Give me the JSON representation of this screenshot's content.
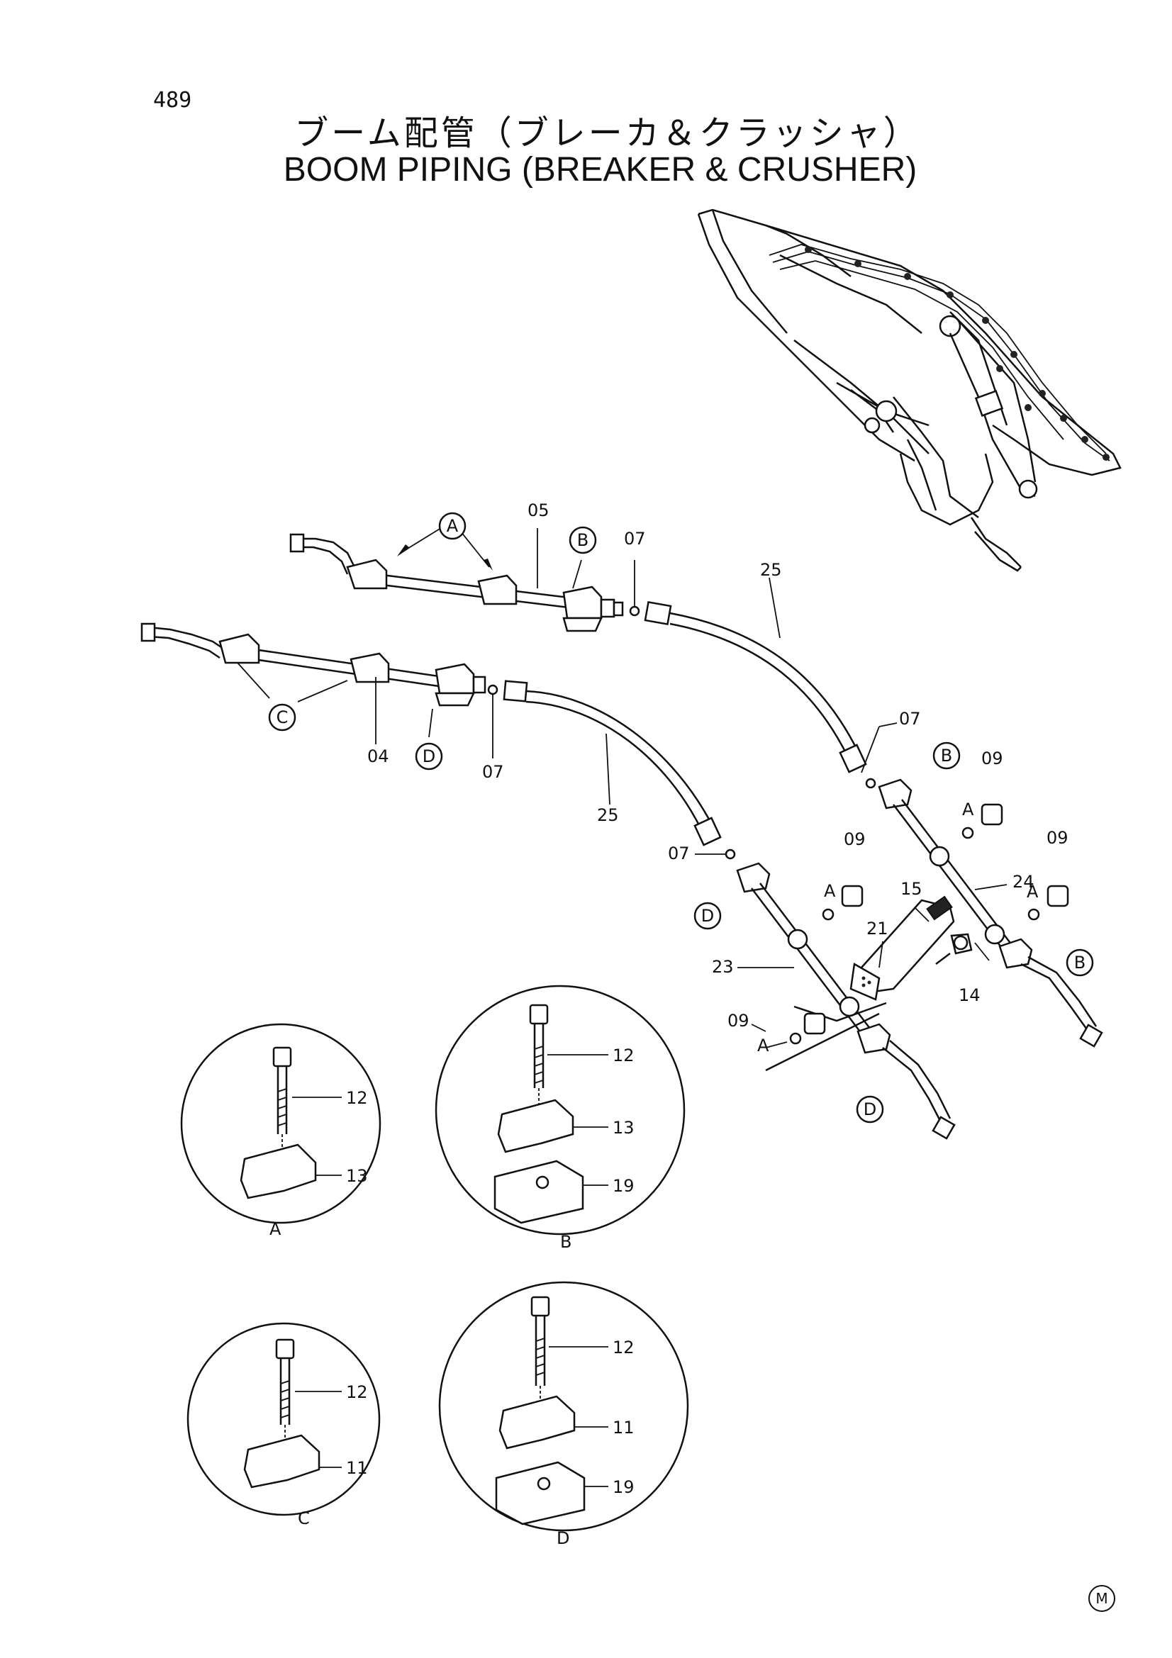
{
  "page_number": "489",
  "title_jp": "ブーム配管（ブレーカ＆クラッシャ）",
  "title_en": "BOOM PIPING (BREAKER & CRUSHER)",
  "mark": "M",
  "callouts": {
    "A": "A",
    "B": "B",
    "C": "C",
    "D": "D"
  },
  "parts": {
    "p04": "04",
    "p05": "05",
    "p07": "07",
    "p09": "09",
    "p11": "11",
    "p12": "12",
    "p13": "13",
    "p14": "14",
    "p15": "15",
    "p19": "19",
    "p21": "21",
    "p23": "23",
    "p24": "24",
    "p25": "25"
  },
  "details": {
    "A": "A",
    "B": "B",
    "C": "C",
    "D": "D"
  }
}
